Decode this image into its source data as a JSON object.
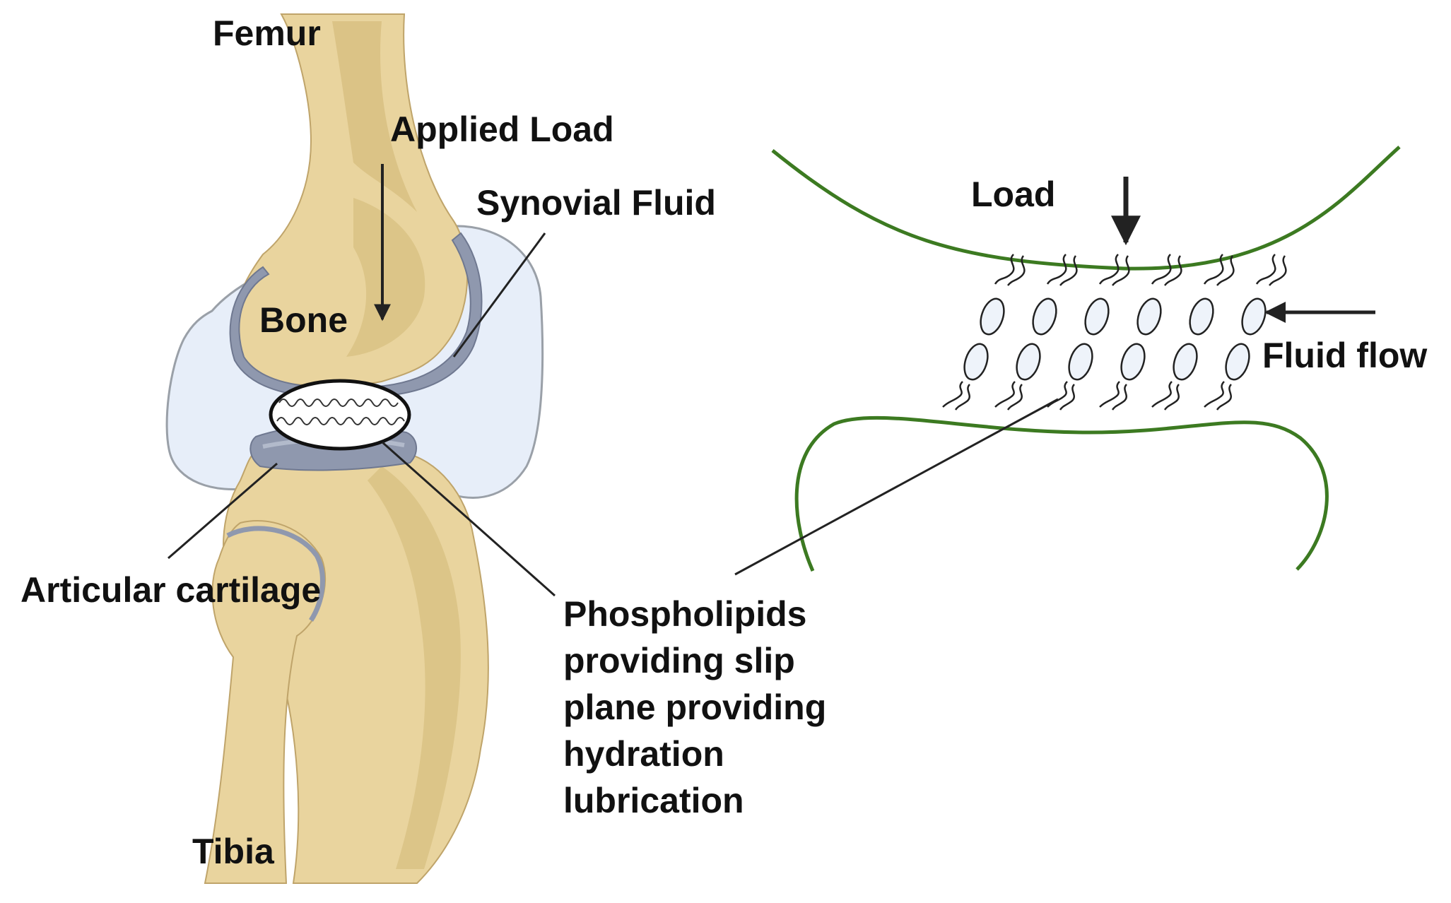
{
  "labels": {
    "femur": "Femur",
    "applied_load": "Applied Load",
    "synovial_fluid": "Synovial Fluid",
    "bone": "Bone",
    "articular_cartilage": "Articular cartilage",
    "tibia": "Tibia",
    "load": "Load",
    "fluid_flow": "Fluid flow",
    "phospholipids": [
      "Phospholipids",
      "providing slip",
      "plane providing",
      "hydration",
      "lubrication"
    ]
  },
  "colors": {
    "bone": "#E9D49E",
    "bone_shade": "#D2B877",
    "bone_outline": "#BFA46A",
    "cartilage": "#8F98AE",
    "cartilage_light": "#B2BACB",
    "synovial": "#E7EEF9",
    "synovial_outline": "#9AA0A8",
    "membrane": "#3C7A21",
    "line": "#222222"
  }
}
